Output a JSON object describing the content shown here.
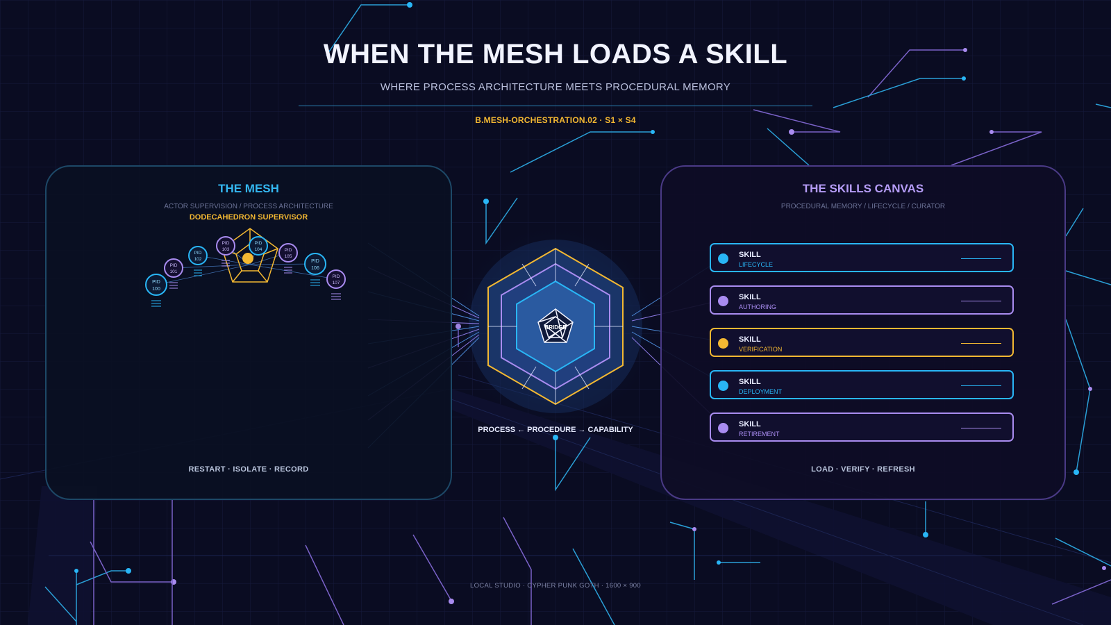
{
  "header": {
    "title": "WHEN THE MESH LOADS A SKILL",
    "subtitle": "WHERE PROCESS ARCHITECTURE MEETS PROCEDURAL MEMORY",
    "code": "B.MESH-ORCHESTRATION.02 · S1 × S4"
  },
  "mesh_panel": {
    "title": "THE MESH",
    "subtitle": "ACTOR SUPERVISION / PROCESS ARCHITECTURE",
    "supervisor": "DODECAHEDRON SUPERVISOR",
    "pids": [
      {
        "label": "PID",
        "num": "100"
      },
      {
        "label": "PID",
        "num": "101"
      },
      {
        "label": "PID",
        "num": "102"
      },
      {
        "label": "PID",
        "num": "103"
      },
      {
        "label": "PID",
        "num": "104"
      },
      {
        "label": "PID",
        "num": "105"
      },
      {
        "label": "PID",
        "num": "106"
      },
      {
        "label": "PID",
        "num": "107"
      }
    ],
    "footer": "RESTART · ISOLATE · RECORD"
  },
  "core": {
    "center_label": "BRIDGE",
    "caption": "PROCESS ← PROCEDURE → CAPABILITY"
  },
  "skills_panel": {
    "title": "THE SKILLS CANVAS",
    "subtitle": "PROCEDURAL MEMORY / LIFECYCLE / CURATOR",
    "skills": [
      {
        "name": "SKILL",
        "stage": "LIFECYCLE",
        "color": "#29b6f6"
      },
      {
        "name": "SKILL",
        "stage": "AUTHORING",
        "color": "#a98cf0"
      },
      {
        "name": "SKILL",
        "stage": "VERIFICATION",
        "color": "#f3b832"
      },
      {
        "name": "SKILL",
        "stage": "DEPLOYMENT",
        "color": "#29b6f6"
      },
      {
        "name": "SKILL",
        "stage": "RETIREMENT",
        "color": "#a98cf0"
      }
    ],
    "footer": "LOAD · VERIFY · REFRESH"
  },
  "footer": "LOCAL STUDIO · CYPHER PUNK GOTH · 1600 × 900",
  "colors": {
    "cyan": "#29b6f6",
    "violet": "#a98cf0",
    "gold": "#f3b832",
    "background": "#0a0c22"
  }
}
